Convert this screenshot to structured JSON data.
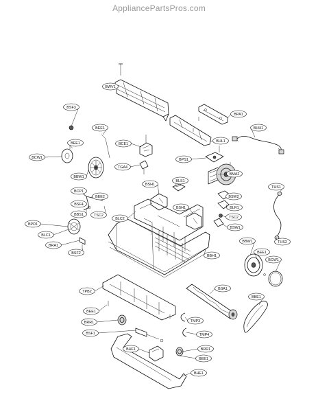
{
  "watermark": "AppliancePartsPros.com",
  "labels": [
    {
      "id": "BWV1"
    },
    {
      "id": "BSF3"
    },
    {
      "id": "BEE1"
    },
    {
      "id": "BPA1"
    },
    {
      "id": "BHH1"
    },
    {
      "id": "BEE1"
    },
    {
      "id": "BCE1"
    },
    {
      "id": "BHL1"
    },
    {
      "id": "BCW1"
    },
    {
      "id": "BPS1"
    },
    {
      "id": "TGA4"
    },
    {
      "id": "BMA2"
    },
    {
      "id": "BBW1"
    },
    {
      "id": "BSH1"
    },
    {
      "id": "BLS1"
    },
    {
      "id": "THS1"
    },
    {
      "id": "BCP1"
    },
    {
      "id": "BEE2"
    },
    {
      "id": "BSW2"
    },
    {
      "id": "BSF4"
    },
    {
      "id": "BLR1"
    },
    {
      "id": "BBS1"
    },
    {
      "id": "TSC2"
    },
    {
      "id": "BLC2"
    },
    {
      "id": "BSH1"
    },
    {
      "id": "TSC2"
    },
    {
      "id": "BPD1"
    },
    {
      "id": "BSW1"
    },
    {
      "id": "BLC1"
    },
    {
      "id": "THS2"
    },
    {
      "id": "BRA1"
    },
    {
      "id": "BBW1"
    },
    {
      "id": "BSF2"
    },
    {
      "id": "BEE1"
    },
    {
      "id": "BBH1"
    },
    {
      "id": "BCW1"
    },
    {
      "id": "TPB2"
    },
    {
      "id": "BSA1"
    },
    {
      "id": "BBE1"
    },
    {
      "id": "BEE1"
    },
    {
      "id": "BRR1"
    },
    {
      "id": "TMP3"
    },
    {
      "id": "BSF1"
    },
    {
      "id": "TMP4"
    },
    {
      "id": "BRR1"
    },
    {
      "id": "BHF1"
    },
    {
      "id": "BEE1"
    },
    {
      "id": "BHE1"
    }
  ]
}
